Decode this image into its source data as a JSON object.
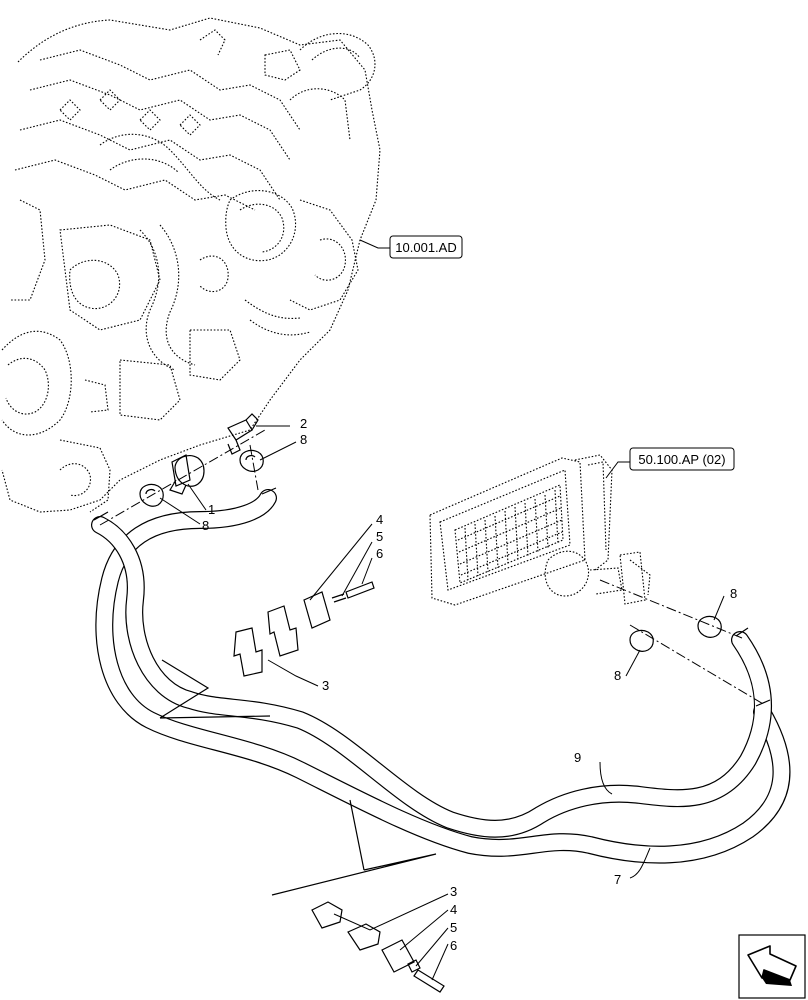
{
  "refs": {
    "engine": "10.001.AD",
    "heater": "50.100.AP (02)"
  },
  "callouts": {
    "c1": "1",
    "c2": "2",
    "c3a": "3",
    "c3b": "3",
    "c4a": "4",
    "c4b": "4",
    "c5a": "5",
    "c5b": "5",
    "c6a": "6",
    "c6b": "6",
    "c7": "7",
    "c8a": "8",
    "c8b": "8",
    "c8c": "8",
    "c8d": "8",
    "c9": "9"
  },
  "icons": {
    "corner": "next-page-arrow-icon"
  }
}
